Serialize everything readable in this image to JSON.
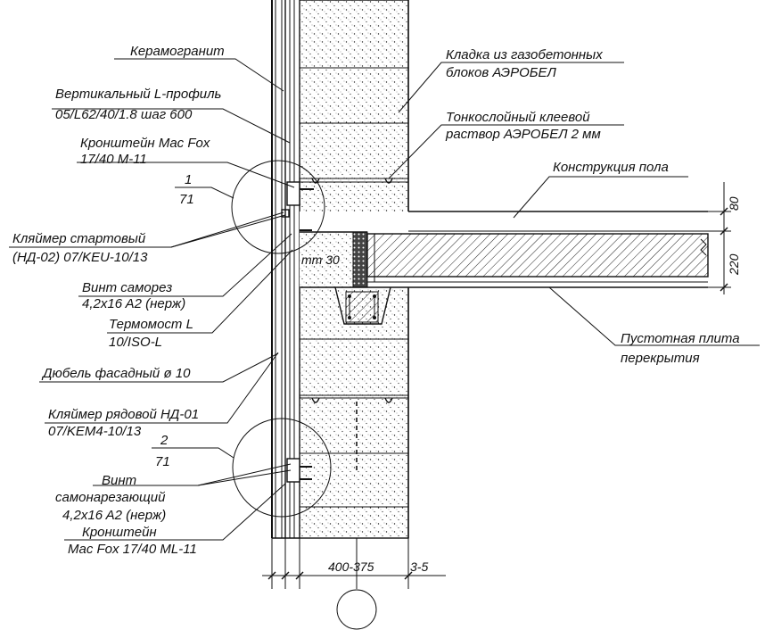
{
  "labels_left": [
    {
      "id": "ceramogranit",
      "lines": [
        "Керамогранит"
      ]
    },
    {
      "id": "vertical-profile",
      "lines": [
        "Вертикальный L-профиль",
        "05/L62/40/1.8 шаг 600"
      ]
    },
    {
      "id": "bracket-top",
      "lines": [
        "Кронштейн Mac Fox",
        "17/40 M-11"
      ]
    },
    {
      "id": "detail-1",
      "lines": [
        "1",
        "71"
      ]
    },
    {
      "id": "clamp-start",
      "lines": [
        "Кляймер стартовый",
        "(НД-02) 07/KEU-10/13"
      ]
    },
    {
      "id": "screw-self-tapping",
      "lines": [
        "Винт саморез",
        "4,2x16 A2 (нерж)"
      ]
    },
    {
      "id": "thermal-bridge",
      "lines": [
        "Термомост L",
        "10/ISO-L"
      ]
    },
    {
      "id": "facade-dowel",
      "lines": [
        "Дюбель фасадный ø 10"
      ]
    },
    {
      "id": "clamp-row",
      "lines": [
        "Кляймер рядовой НД-01",
        "07/KEM4-10/13"
      ]
    },
    {
      "id": "detail-2",
      "lines": [
        "2",
        "71"
      ]
    },
    {
      "id": "screw-self-cutting",
      "lines": [
        "Винт",
        "самонарезающий",
        "4,2x16 A2 (нерж)"
      ]
    },
    {
      "id": "bracket-bottom",
      "lines": [
        "Кронштейн",
        "Mac Fox 17/40 ML-11"
      ]
    }
  ],
  "labels_right": [
    {
      "id": "masonry",
      "lines": [
        "Кладка из газобетонных",
        "блоков АЭРОБЕЛ"
      ]
    },
    {
      "id": "adhesive",
      "lines": [
        "Тонкослойный клеевой",
        "раствор АЭРОБЕЛ 2 мм"
      ]
    },
    {
      "id": "floor-construction",
      "lines": [
        "Конструкция пола"
      ]
    },
    {
      "id": "hollow-slab",
      "lines": [
        "Пустотная плита",
        "перекрытия"
      ]
    }
  ],
  "dimensions": {
    "floor": "80",
    "slab": "220",
    "insulation": "mm 30",
    "wall": "400-375",
    "gap": "3-5"
  },
  "colors": {
    "ink": "#111111",
    "background": "#ffffff"
  }
}
